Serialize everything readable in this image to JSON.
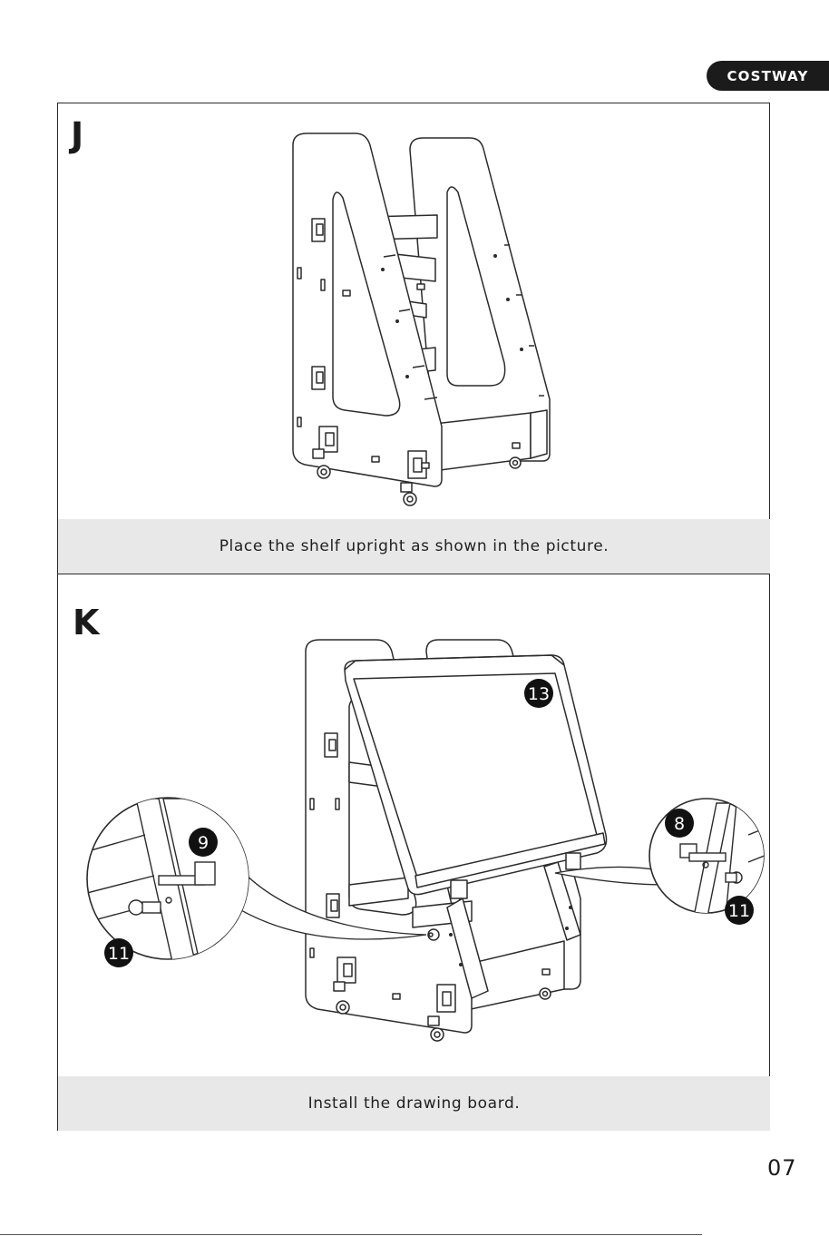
{
  "brand": {
    "logo_text": "COSTWAY"
  },
  "steps": [
    {
      "letter": "J",
      "caption": "Place the shelf upright as shown in the picture."
    },
    {
      "letter": "K",
      "caption": "Install the drawing board.",
      "callouts": {
        "board": "13",
        "left_detail_top": "9",
        "left_detail_bottom": "11",
        "right_detail_top": "8",
        "right_detail_bottom": "11"
      }
    }
  ],
  "page_number": "07"
}
